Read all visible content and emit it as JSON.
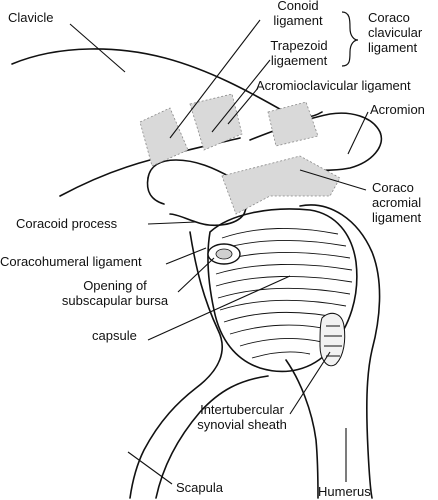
{
  "labels": {
    "clavicle": "Clavicle",
    "conoid": [
      "Conoid",
      "ligament"
    ],
    "trapezoid": [
      "Trapezoid",
      "ligaement"
    ],
    "coracoclavicular": [
      "Coraco",
      "clavicular",
      "ligament"
    ],
    "acromioclavicular": "Acromioclavicular ligament",
    "acromion": "Acromion",
    "coracoacromial": [
      "Coraco",
      "acromial",
      "ligament"
    ],
    "coracoid_process": "Coracoid process",
    "coracohumeral": "Coracohumeral ligament",
    "subscapular_opening": [
      "Opening of",
      "subscapular bursa"
    ],
    "capsule": "capsule",
    "intertubercular": [
      "Intertubercular",
      "synovial sheath"
    ],
    "scapula": "Scapula",
    "humerus": "Humerus"
  },
  "colors": {
    "line": "#111111",
    "ligament_fill": "#d9d9d9",
    "background": "#ffffff"
  }
}
